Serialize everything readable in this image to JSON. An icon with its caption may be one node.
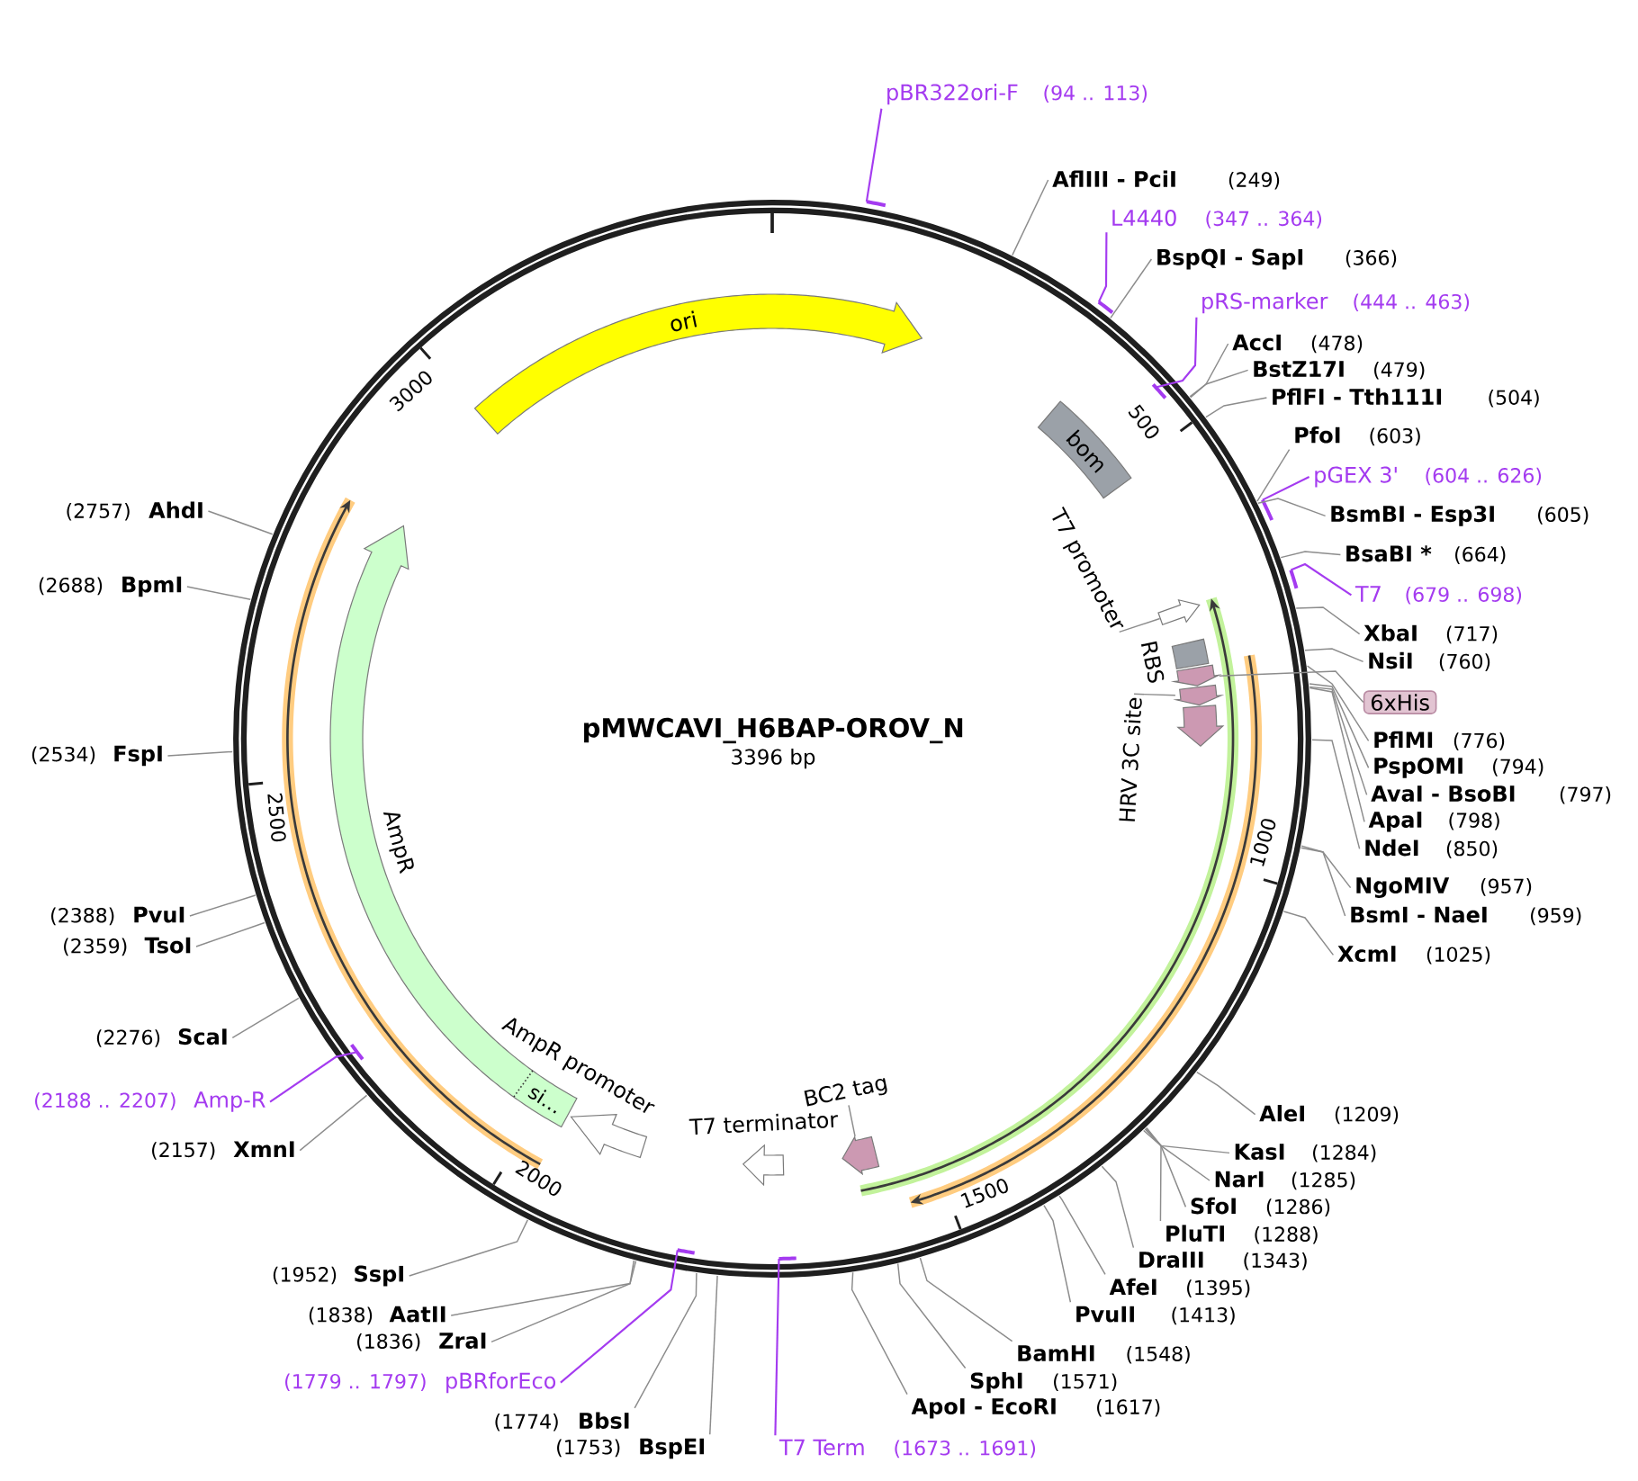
{
  "diagram": {
    "title": "pMWCAVI_H6BAP-OROV_N",
    "nodes": [
      {
        "text": [
          "ori"
        ]
      },
      {
        "text": [
          "bom"
        ]
      },
      {
        "text": [
          "T7 promoter"
        ]
      },
      {
        "text": [],
        "shape": "arrow"
      },
      {
        "text": [
          "RBS"
        ]
      },
      {
        "text": [],
        "shape": "arrow"
      },
      {
        "text": [
          "HRV 3C site"
        ]
      },
      {
        "text": [],
        "shape": "arrow"
      },
      {
        "text": [],
        "shape": "arrow"
      },
      {
        "text": [
          "BC2 tag"
        ]
      },
      {
        "text": [],
        "shape": "arrow"
      },
      {
        "text": [
          "T7 terminator"
        ]
      },
      {
        "text": [
          "AmpR promoter"
        ]
      },
      {
        "text": [
          "AmpR"
        ]
      },
      {
        "text": [
          "si…"
        ],
        "in": 13
      },
      {
        "text": [
          "pBR322ori-F",
          "(94 .. 113)"
        ]
      },
      {
        "text": [
          "AflIII - PciI",
          "(249)"
        ]
      },
      {
        "text": [
          "L4440",
          "(347 .. 364)"
        ]
      },
      {
        "text": [
          "BspQI - SapI",
          "(366)"
        ]
      },
      {
        "text": [
          "pRS-marker",
          "(444 .. 463)"
        ]
      },
      {
        "text": [
          "AccI",
          "(478)"
        ]
      },
      {
        "text": [
          "BstZ17I",
          "(479)"
        ]
      },
      {
        "text": [
          "PflFI - Tth111I",
          "(504)"
        ]
      },
      {
        "text": [
          "PfoI",
          "(603)"
        ]
      },
      {
        "text": [
          "pGEX 3'",
          "(604 .. 626)"
        ]
      },
      {
        "text": [
          "BsmBI - Esp3I",
          "(605)"
        ]
      },
      {
        "text": [
          "BsaBI *",
          "(664)"
        ]
      },
      {
        "text": [
          "T7",
          "(679 .. 698)"
        ]
      },
      {
        "text": [
          "XbaI",
          "(717)"
        ]
      },
      {
        "text": [
          "NsiI",
          "(760)"
        ]
      },
      {
        "text": [
          "6xHis"
        ]
      },
      {
        "text": [
          "PflMI",
          "(776)"
        ]
      },
      {
        "text": [
          "PspOMI",
          "(794)"
        ]
      },
      {
        "text": [
          "AvaI - BsoBI",
          "(797)"
        ]
      },
      {
        "text": [
          "ApaI",
          "(798)"
        ]
      },
      {
        "text": [
          "NdeI",
          "(850)"
        ]
      },
      {
        "text": [
          "NgoMIV",
          "(957)"
        ]
      },
      {
        "text": [
          "BsmI - NaeI",
          "(959)"
        ]
      },
      {
        "text": [
          "XcmI",
          "(1025)"
        ]
      },
      {
        "text": [
          "AleI",
          "(1209)"
        ]
      },
      {
        "text": [
          "KasI",
          "(1284)"
        ]
      },
      {
        "text": [
          "NarI",
          "(1285)"
        ]
      },
      {
        "text": [
          "SfoI",
          "(1286)"
        ]
      },
      {
        "text": [
          "PluTI",
          "(1288)"
        ]
      },
      {
        "text": [
          "DraIII",
          "(1343)"
        ]
      },
      {
        "text": [
          "AfeI",
          "(1395)"
        ]
      },
      {
        "text": [
          "PvuII",
          "(1413)"
        ]
      },
      {
        "text": [
          "BamHI",
          "(1548)"
        ]
      },
      {
        "text": [
          "SphI",
          "(1571)"
        ]
      },
      {
        "text": [
          "ApoI - EcoRI",
          "(1617)"
        ]
      },
      {
        "text": [
          "T7 Term",
          "(1673 .. 1691)"
        ]
      },
      {
        "text": [
          "(1753)",
          "BspEI"
        ]
      },
      {
        "text": [
          "(1774)",
          "BbsI"
        ]
      },
      {
        "text": [
          "(1779 .. 1797)",
          "pBRforEco"
        ]
      },
      {
        "text": [
          "(1836)",
          "ZraI"
        ]
      },
      {
        "text": [
          "(1838)",
          "AatII"
        ]
      },
      {
        "text": [
          "(1952)",
          "SspI"
        ]
      },
      {
        "text": [
          "(2157)",
          "XmnI"
        ]
      },
      {
        "text": [
          "(2188 .. 2207)",
          "Amp-R"
        ]
      },
      {
        "text": [
          "(2276)",
          "ScaI"
        ]
      },
      {
        "text": [
          "(2359)",
          "TsoI"
        ]
      },
      {
        "text": [
          "(2388)",
          "PvuI"
        ]
      },
      {
        "text": [
          "(2534)",
          "FspI"
        ]
      },
      {
        "text": [
          "(2688)",
          "BpmI"
        ]
      },
      {
        "text": [
          "(2757)",
          "AhdI"
        ]
      }
    ],
    "edges": [
      {
        "from": 2,
        "to": 3,
        "arrow": "none"
      },
      {
        "from": 6,
        "to": 7,
        "arrow": "none"
      },
      {
        "from": 9,
        "to": 10,
        "arrow": "none"
      },
      {
        "from": 30,
        "to": 5,
        "arrow": "none"
      },
      {
        "from": 15,
        "to": null,
        "arrow": "none",
        "color": "#a43bf0"
      },
      {
        "from": 16,
        "to": null,
        "arrow": "none"
      },
      {
        "from": 17,
        "to": null,
        "arrow": "none",
        "color": "#a43bf0"
      },
      {
        "from": 18,
        "to": null,
        "arrow": "none"
      },
      {
        "from": 19,
        "to": null,
        "arrow": "none",
        "color": "#a43bf0"
      },
      {
        "from": 20,
        "to": null,
        "arrow": "none"
      },
      {
        "from": 21,
        "to": null,
        "arrow": "none"
      },
      {
        "from": 22,
        "to": null,
        "arrow": "none"
      },
      {
        "from": 23,
        "to": null,
        "arrow": "none"
      },
      {
        "from": 24,
        "to": null,
        "arrow": "none",
        "color": "#a43bf0"
      },
      {
        "from": 25,
        "to": null,
        "arrow": "none"
      },
      {
        "from": 26,
        "to": null,
        "arrow": "none"
      },
      {
        "from": 27,
        "to": null,
        "arrow": "none",
        "color": "#a43bf0"
      },
      {
        "from": 28,
        "to": null,
        "arrow": "none"
      },
      {
        "from": 29,
        "to": null,
        "arrow": "none"
      },
      {
        "from": 31,
        "to": null,
        "arrow": "none"
      },
      {
        "from": 32,
        "to": null,
        "arrow": "none"
      },
      {
        "from": 33,
        "to": null,
        "arrow": "none"
      },
      {
        "from": 34,
        "to": null,
        "arrow": "none"
      },
      {
        "from": 35,
        "to": null,
        "arrow": "none"
      },
      {
        "from": 36,
        "to": null,
        "arrow": "none"
      },
      {
        "from": 37,
        "to": null,
        "arrow": "none"
      },
      {
        "from": 38,
        "to": null,
        "arrow": "none"
      },
      {
        "from": 39,
        "to": null,
        "arrow": "none"
      },
      {
        "from": 40,
        "to": null,
        "arrow": "none"
      },
      {
        "from": 41,
        "to": null,
        "arrow": "none"
      },
      {
        "from": 42,
        "to": null,
        "arrow": "none"
      },
      {
        "from": 43,
        "to": null,
        "arrow": "none"
      },
      {
        "from": 44,
        "to": null,
        "arrow": "none"
      },
      {
        "from": 45,
        "to": null,
        "arrow": "none"
      },
      {
        "from": 46,
        "to": null,
        "arrow": "none"
      },
      {
        "from": 47,
        "to": null,
        "arrow": "none"
      },
      {
        "from": 48,
        "to": null,
        "arrow": "none"
      },
      {
        "from": 49,
        "to": null,
        "arrow": "none"
      },
      {
        "from": 50,
        "to": null,
        "arrow": "none",
        "color": "#a43bf0"
      },
      {
        "from": 51,
        "to": null,
        "arrow": "none"
      },
      {
        "from": 52,
        "to": null,
        "arrow": "none"
      },
      {
        "from": 53,
        "to": null,
        "arrow": "none",
        "color": "#a43bf0"
      },
      {
        "from": 54,
        "to": null,
        "arrow": "none"
      },
      {
        "from": 55,
        "to": null,
        "arrow": "none"
      },
      {
        "from": 56,
        "to": null,
        "arrow": "none"
      },
      {
        "from": 57,
        "to": null,
        "arrow": "none"
      },
      {
        "from": 58,
        "to": null,
        "arrow": "none",
        "color": "#a43bf0"
      },
      {
        "from": 59,
        "to": null,
        "arrow": "none"
      },
      {
        "from": 60,
        "to": null,
        "arrow": "none"
      },
      {
        "from": 61,
        "to": null,
        "arrow": "none"
      },
      {
        "from": 62,
        "to": null,
        "arrow": "none"
      },
      {
        "from": 63,
        "to": null,
        "arrow": "none"
      },
      {
        "from": 64,
        "to": null,
        "arrow": "none"
      }
    ],
    "labels": [
      "3396 bp",
      "500",
      "1000",
      "1500",
      "2000",
      "2500",
      "3000"
    ]
  }
}
